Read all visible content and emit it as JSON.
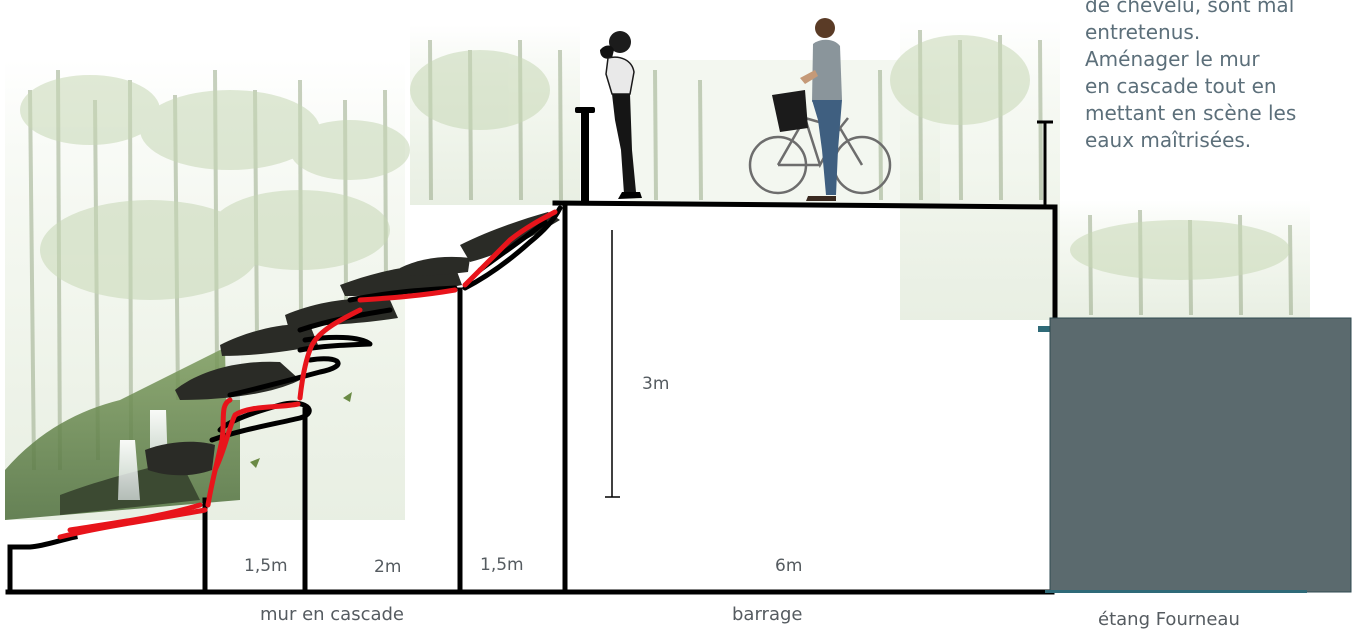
{
  "note": {
    "lines": [
      "de chevelu, sont mal",
      "entretenus.",
      "Aménager le mur",
      "en cascade tout en",
      "mettant en scène les",
      "eaux maîtrisées."
    ]
  },
  "labels": {
    "height": "3m",
    "widths": [
      "1,5m",
      "2m",
      "1,5m",
      "6m"
    ],
    "sections": [
      "mur en cascade",
      "barrage",
      "étang Fourneau"
    ]
  },
  "colors": {
    "outline": "#000000",
    "water_path": "#e8141b",
    "pond": "#5b6a6e",
    "pond_edge": "#2f6a78",
    "forest_light": "#dfe9d6",
    "forest_dark": "#5f7f4e",
    "rock": "#2a2b26",
    "text_caption": "#555b60",
    "text_note": "#5c6f7a"
  },
  "icons": [
    "pedestrian-figure-icon",
    "cyclist-with-bicycle-icon",
    "bollard-icon",
    "railing-post-icon"
  ]
}
